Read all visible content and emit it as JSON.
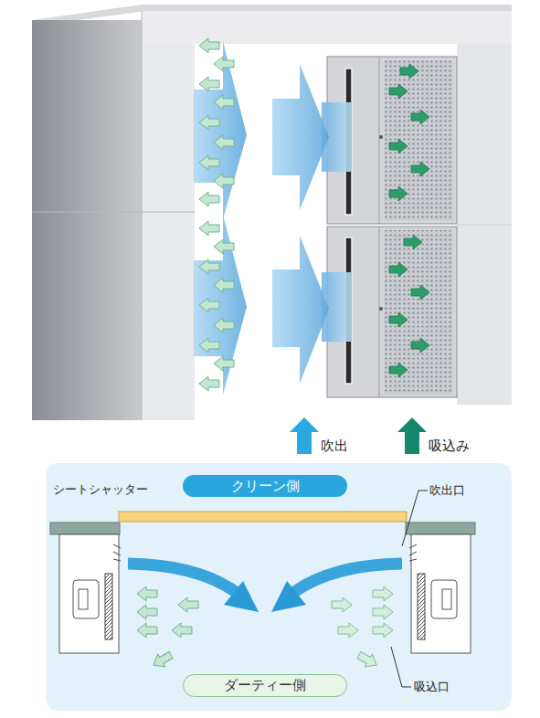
{
  "diagram": {
    "nodes": [
      {
        "text": [
          "クリーン側"
        ]
      },
      {
        "text": [
          "ダーティー側"
        ]
      }
    ],
    "labels": [
      "シートシャッター",
      "吹出口",
      "吸込口"
    ],
    "legend": [
      {
        "text": "吹出"
      },
      {
        "text": "吸込み"
      }
    ]
  }
}
